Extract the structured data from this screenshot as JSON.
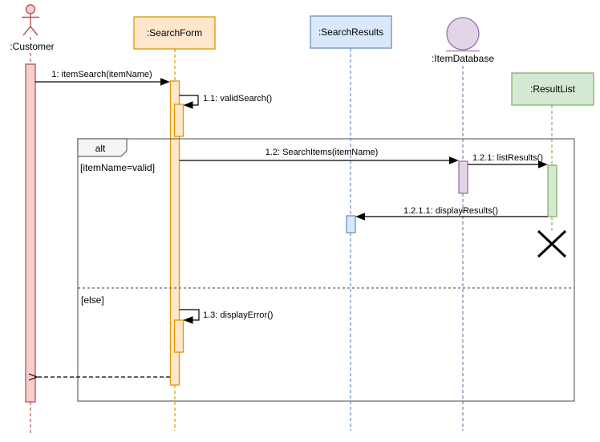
{
  "diagram": {
    "type": "uml-sequence",
    "participants": [
      {
        "name": ":Customer",
        "kind": "actor"
      },
      {
        "name": ":SearchForm",
        "kind": "object"
      },
      {
        "name": ":SearchResults",
        "kind": "object"
      },
      {
        "name": ":ItemDatabase",
        "kind": "entity"
      },
      {
        "name": ":ResultList",
        "kind": "object"
      }
    ],
    "messages": [
      {
        "label": "1: itemSearch(itemName)",
        "from": ":Customer",
        "to": ":SearchForm",
        "type": "sync"
      },
      {
        "label": "1.1: validSearch()",
        "from": ":SearchForm",
        "to": ":SearchForm",
        "type": "self"
      },
      {
        "label": "1.2: SearchItems(itemName)",
        "from": ":SearchForm",
        "to": ":ItemDatabase",
        "type": "sync"
      },
      {
        "label": "1.2.1: listResults()",
        "from": ":ItemDatabase",
        "to": ":ResultList",
        "type": "sync"
      },
      {
        "label": "1.2.1.1: displayResults()",
        "from": ":ResultList",
        "to": ":SearchResults",
        "type": "sync"
      },
      {
        "label": "1.3: displayError()",
        "from": ":SearchForm",
        "to": ":SearchForm",
        "type": "self"
      },
      {
        "label": "",
        "from": ":SearchForm",
        "to": ":Customer",
        "type": "return-dashed"
      }
    ],
    "fragment": {
      "operator": "alt",
      "guards": [
        "[itemName=valid]",
        "[else]"
      ]
    },
    "destruction": {
      "on": ":ResultList"
    },
    "colors": {
      "customer_fill": "#F8CECC",
      "customer_stroke": "#B85450",
      "searchform_fill": "#FFE6CC",
      "searchform_stroke": "#D79B00",
      "searchresults_fill": "#DAE8FC",
      "searchresults_stroke": "#6C8EBF",
      "itemdatabase_fill": "#E1D5E7",
      "itemdatabase_stroke": "#9673A6",
      "resultlist_fill": "#D5E8D4",
      "resultlist_stroke": "#82B366",
      "frame_stroke": "#666666",
      "fragment_label_fill": "#F5F5F5",
      "message_stroke": "#000000"
    }
  }
}
